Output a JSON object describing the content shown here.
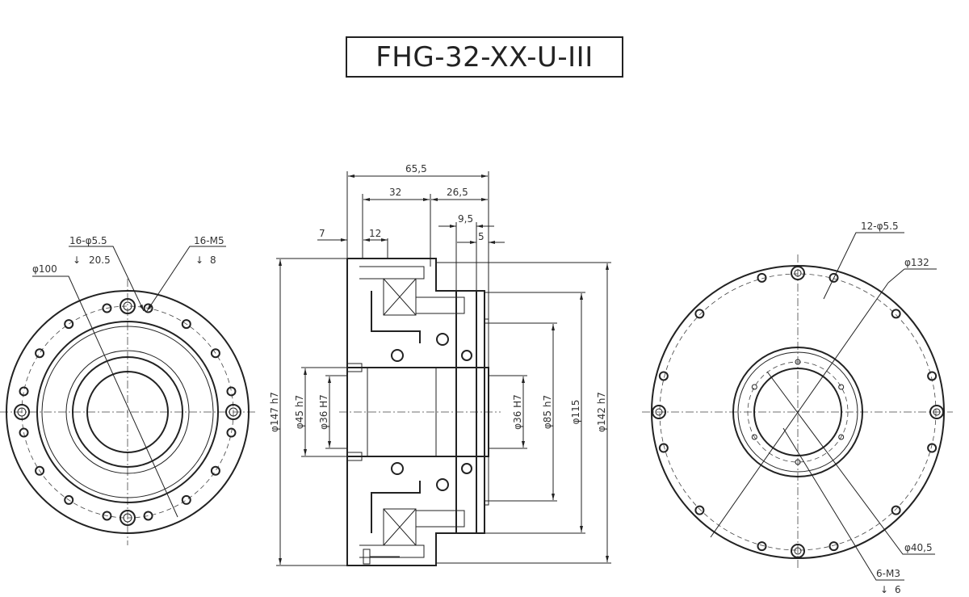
{
  "title": "FHG-32-XX-U-III",
  "left_view": {
    "hole_callout_1": "16-φ5.5",
    "hole_callout_1_depth": "20.5",
    "hole_callout_2": "16-M5",
    "hole_callout_2_depth": "8",
    "bolt_circle": "φ100"
  },
  "side_view": {
    "dims_horizontal": [
      "65,5",
      "32",
      "26,5",
      "9,5",
      "7",
      "12",
      "5"
    ],
    "dims_vertical": [
      "φ147 h7",
      "φ45 h7",
      "φ36 H7",
      "φ36 H7",
      "φ85 h7",
      "φ115",
      "φ142 h7"
    ]
  },
  "right_view": {
    "hole_callout": "12-φ5.5",
    "bolt_circle": "φ132",
    "inner_circle": "φ40,5",
    "tapped_callout": "6-M3",
    "tapped_depth": "6"
  },
  "depth_symbol": "↓"
}
